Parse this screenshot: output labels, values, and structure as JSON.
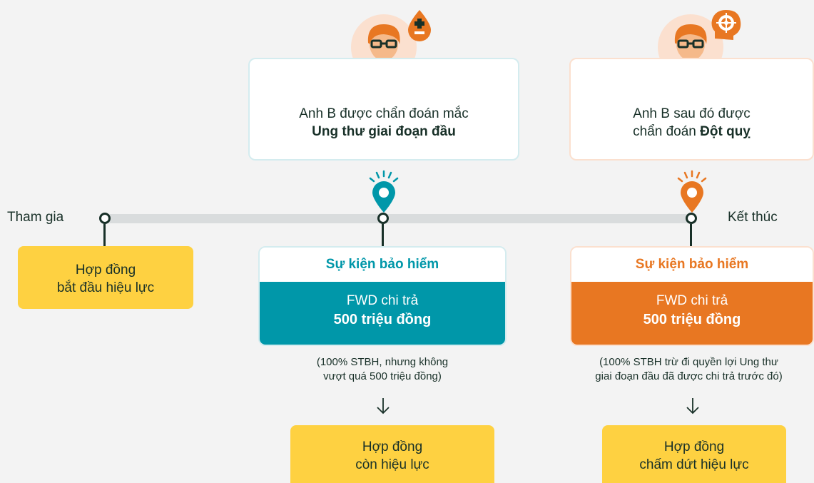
{
  "colors": {
    "teal": "#0097a9",
    "orange": "#e87722",
    "yellow": "#fed141",
    "dark_green": "#183028",
    "timeline_gray": "#d9dcdd"
  },
  "timeline": {
    "start_label": "Tham gia",
    "end_label": "Kết thúc"
  },
  "start_box": {
    "line1": "Hợp đồng",
    "line2": "bắt đầu hiệu lực"
  },
  "event1": {
    "icon": "cancer-drop-icon",
    "card_line1": "Anh B được chẩn đoán mắc",
    "card_line2": "Ung thư giai đoạn đầu",
    "insured_title": "Sự kiện bảo hiểm",
    "payout_line1": "FWD chi trả",
    "payout_amount": "500 triệu đồng",
    "note_line1": "(100% STBH, nhưng không",
    "note_line2": "vượt quá 500 triệu đồng)",
    "result_line1": "Hợp đồng",
    "result_line2": "còn hiệu lực"
  },
  "event2": {
    "icon": "brain-target-icon",
    "card_line1": "Anh B sau đó được",
    "card_line2_prefix": "chẩn đoán ",
    "card_line2_bold": "Đột quỵ",
    "insured_title": "Sự kiện bảo hiểm",
    "payout_line1": "FWD chi trả",
    "payout_amount": "500 triệu đồng",
    "note_line1": "(100% STBH trừ đi quyền lợi Ung thư",
    "note_line2": "giai đoạn đầu đã được chi trả trước đó)",
    "result_line1": "Hợp đồng",
    "result_line2": "chấm dứt hiệu lực"
  }
}
